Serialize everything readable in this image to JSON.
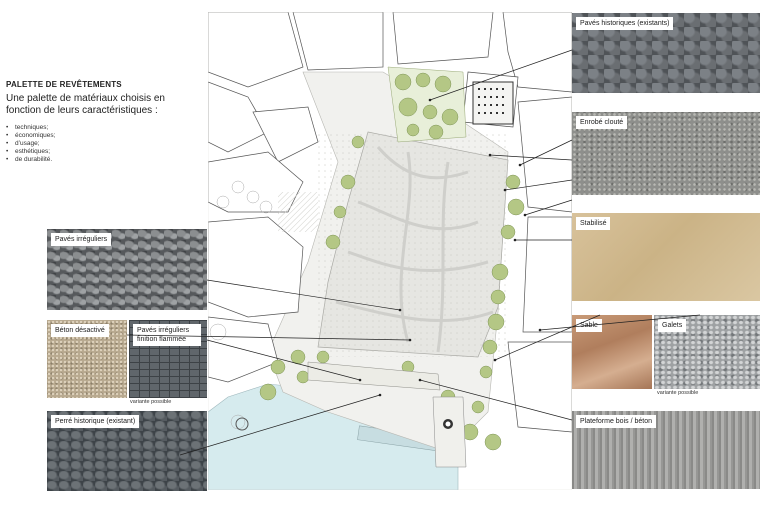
{
  "legend": {
    "title": "PALETTE DE REVÊTEMENTS",
    "subtitle": "Une palette de matériaux choisis en fonction de leurs caractéristiques :",
    "criteria": [
      "techniques;",
      "économiques;",
      "d’usage;",
      "esthétiques;",
      "de durabilité."
    ]
  },
  "materials": {
    "paves_historiques": "Pavés historiques (existants)",
    "enrobe_cloute": "Enrobé clouté",
    "stabilise": "Stabilisé",
    "sable": "Sable",
    "galets": "Galets",
    "plateforme": "Plateforme bois  / béton",
    "paves_irreguliers": "Pavés irréguliers",
    "beton_desactive": "Béton désactivé",
    "paves_flamme": "Pavés irréguliers finition flammée",
    "perre_historique": "Perré historique (existant)"
  },
  "captions": {
    "variante_1": "variante possible",
    "variante_2": "variante possible"
  },
  "colors": {
    "water": "#d7ecef",
    "square": "#e7e7e4",
    "tree": "#b6c98a",
    "building": "#ffffff"
  }
}
